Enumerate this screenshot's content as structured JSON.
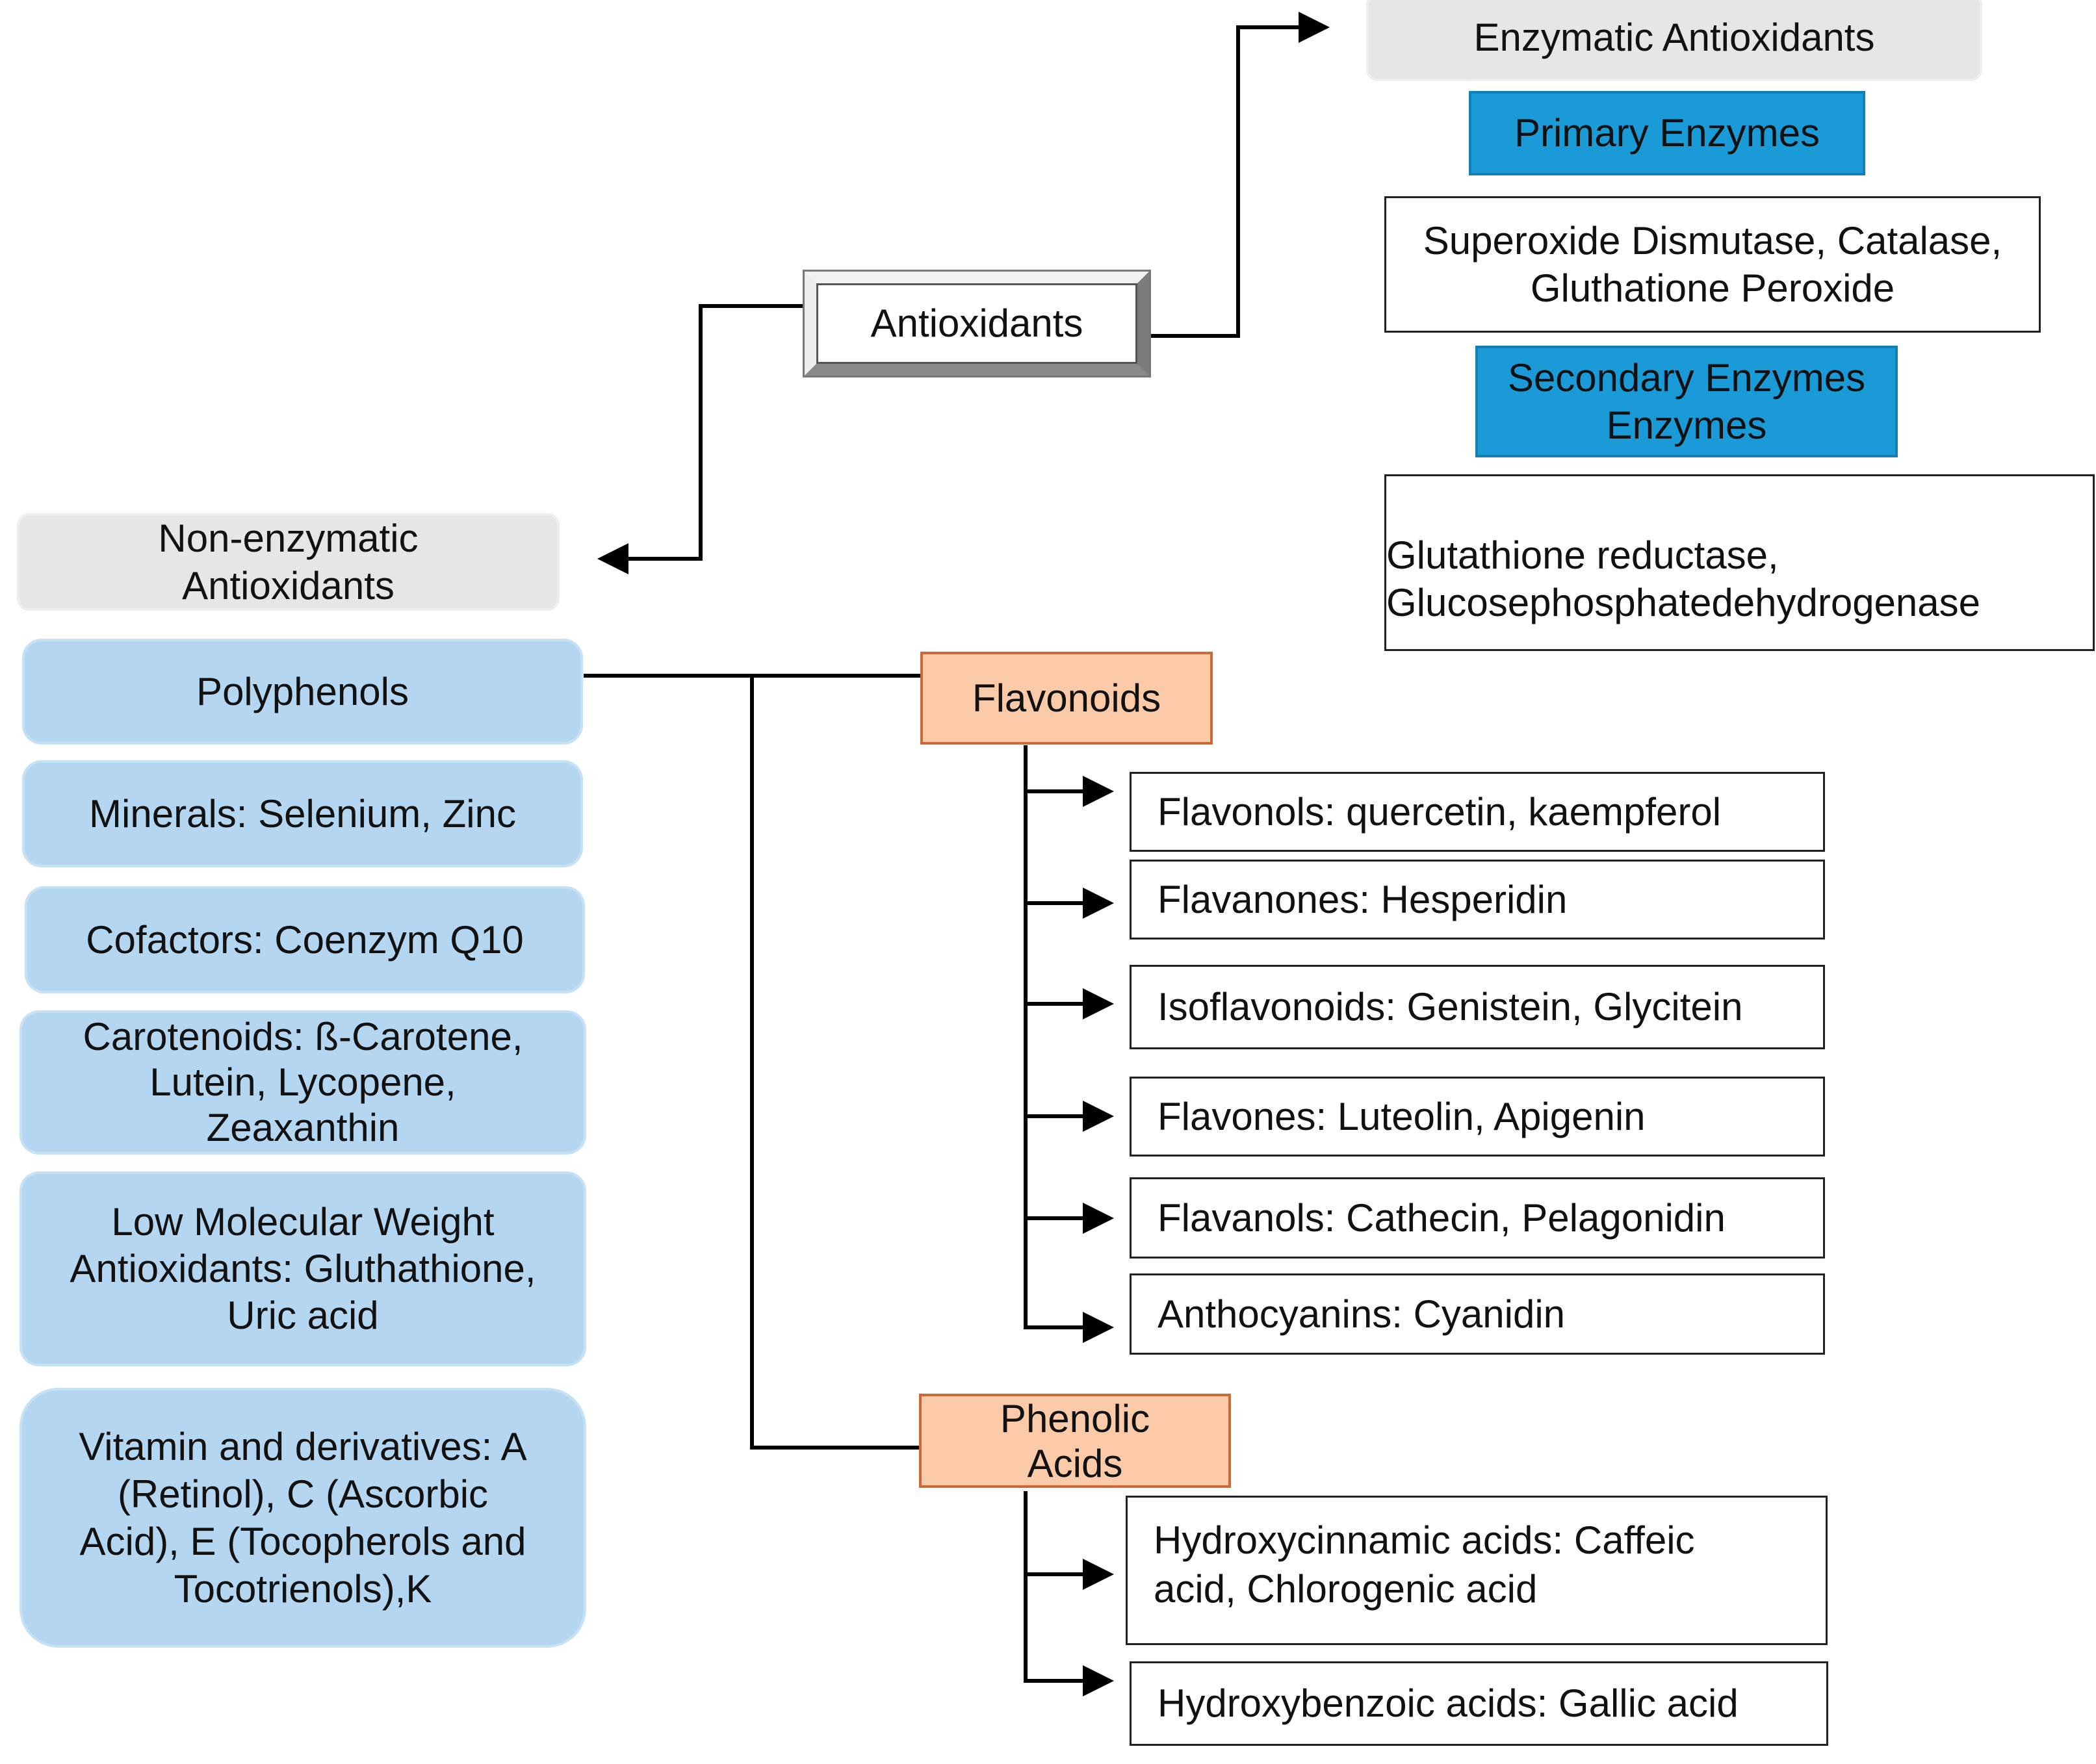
{
  "root": {
    "label": "Antioxidants"
  },
  "enzymatic": {
    "title": "Enzymatic Antioxidants",
    "primary": {
      "label": "Primary Enzymes",
      "items": [
        "Superoxide Dismutase, Catalase,",
        "Gluthatione Peroxide"
      ]
    },
    "secondary": {
      "label": [
        "Secondary Enzymes",
        "Enzymes"
      ],
      "items": [
        "Glutathione reductase,",
        "Glucosephosphatedehydrogenase"
      ]
    }
  },
  "non_enzymatic": {
    "title": [
      "Non-enzymatic",
      "Antioxidants"
    ],
    "categories": [
      {
        "label": [
          "Polyphenols"
        ]
      },
      {
        "label": [
          "Minerals: Selenium, Zinc"
        ]
      },
      {
        "label": [
          "Cofactors: Coenzym Q10"
        ]
      },
      {
        "label": [
          "Carotenoids: ß-Carotene,",
          "Lutein, Lycopene,",
          "Zeaxanthin"
        ]
      },
      {
        "label": [
          "Low Molecular Weight",
          "Antioxidants: Gluthathione,",
          "Uric acid"
        ]
      },
      {
        "label": [
          "Vitamin and derivatives: A",
          "(Retinol), C (Ascorbic",
          "Acid), E (Tocopherols and",
          "Tocotrienols),K"
        ]
      }
    ]
  },
  "polyphenols": {
    "flavonoids": {
      "label": "Flavonoids",
      "items": [
        "Flavonols: quercetin, kaempferol",
        "Flavanones: Hesperidin",
        "Isoflavonoids: Genistein, Glycitein",
        "Flavones: Luteolin, Apigenin",
        "Flavanols: Cathecin, Pelagonidin",
        "Anthocyanins: Cyanidin"
      ]
    },
    "phenolic_acids": {
      "label": [
        "Phenolic",
        "Acids"
      ],
      "items": [
        [
          "Hydroxycinnamic acids: Caffeic",
          "acid, Chlorogenic acid"
        ],
        [
          "Hydroxybenzoic acids: Gallic acid"
        ]
      ]
    }
  }
}
